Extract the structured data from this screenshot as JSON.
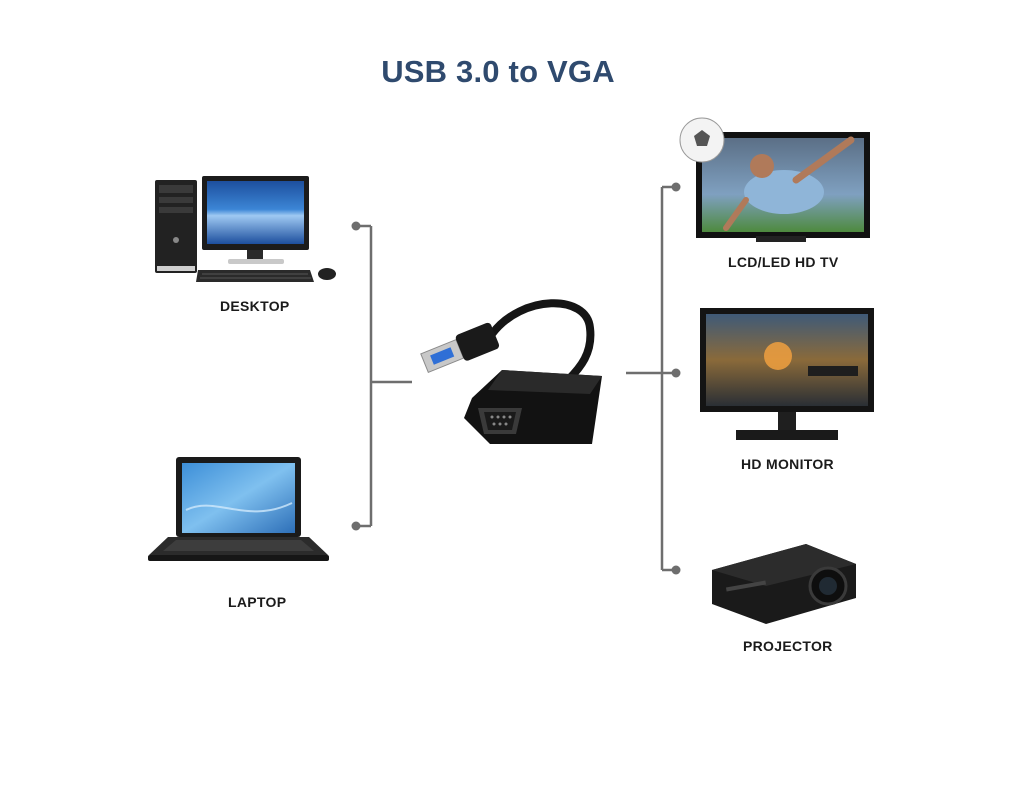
{
  "title": "USB 3.0 to VGA",
  "sources": {
    "desktop_label": "DESKTOP",
    "laptop_label": "LAPTOP"
  },
  "outputs": {
    "tv_label": "LCD/LED HD TV",
    "monitor_label": "HD MONITOR",
    "projector_label": "PROJECTOR"
  },
  "colors": {
    "title": "#2f4a6e",
    "connector_line": "#6e6e6e",
    "screen_blue": "#2f7fd0",
    "device_black": "#151515"
  }
}
